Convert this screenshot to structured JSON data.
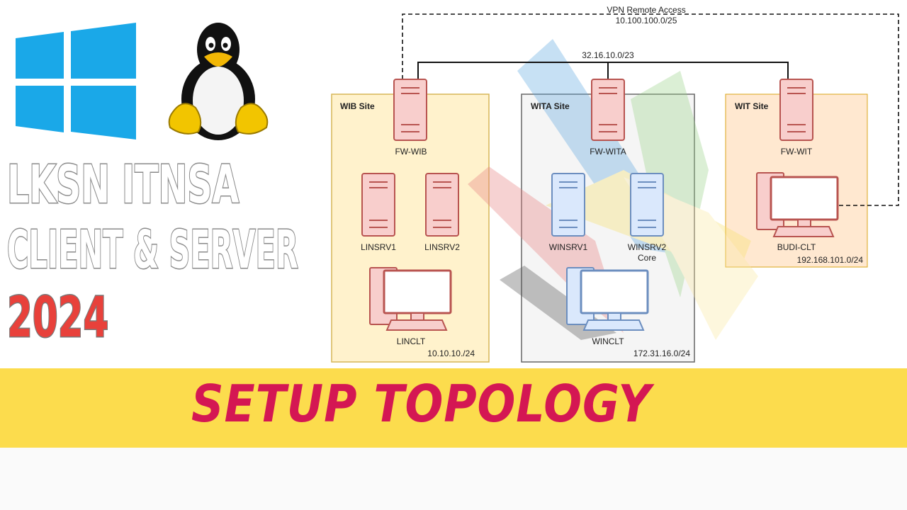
{
  "title": {
    "line1": "LKSN ITNSA",
    "line2": "CLIENT & SERVER",
    "year": "2024"
  },
  "banner": {
    "text": "SETUP TOPOLOGY"
  },
  "logos": {
    "windows": "windows-logo",
    "linux": "tux-penguin-logo"
  },
  "diagram": {
    "vpn_label": "VPN Remote Access",
    "vpn_network": "10.100.100.0/25",
    "backbone_network": "32.16.10.0/23",
    "sites": {
      "wib": {
        "label": "WIB Site",
        "network": "10.10.10./24"
      },
      "wita": {
        "label": "WITA Site",
        "network": "172.31.16.0/24"
      },
      "wit": {
        "label": "WIT Site",
        "network": "192.168.101.0/24"
      }
    },
    "nodes": {
      "fw_wib": "FW-WIB",
      "fw_wita": "FW-WITA",
      "fw_wit": "FW-WIT",
      "linsrv1": "LINSRV1",
      "linsrv2": "LINSRV2",
      "linclt": "LINCLT",
      "winsrv1": "WINSRV1",
      "winsrv2_line1": "WINSRV2",
      "winsrv2_line2": "Core",
      "winclt": "WINCLT",
      "budi_clt": "BUDI-CLT"
    }
  },
  "colors": {
    "windows_blue": "#1aa8e8",
    "banner_yellow": "#fcdc4d",
    "banner_text": "#d41753",
    "year_red": "#e8413b",
    "red_device": "#b85450",
    "blue_device": "#6c8ebf",
    "site_fill": "#fff2cc",
    "site_border": "#d6b656"
  }
}
